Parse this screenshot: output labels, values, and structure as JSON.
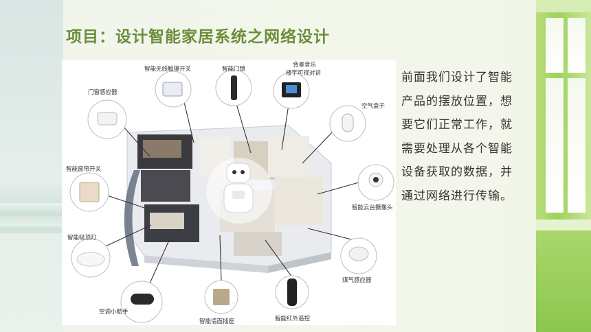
{
  "slide": {
    "title": "项目：设计智能家居系统之网络设计",
    "body": "前面我们设计了智能产品的摆放位置，想要它们正常工作，就需要处理从各个智能设备获取的数据，并通过网络进行传输。"
  },
  "diagram": {
    "labels": {
      "smart_touch_switch": "智能无线触摸开关",
      "smart_door_lock": "智能门锁",
      "bg_music": "背景音乐",
      "building_intercom": "楼宇可视对讲",
      "air_box": "空气盒子",
      "door_sensor": "门窗感应器",
      "curtain_switch": "智能窗帘开关",
      "ptz_camera": "智能云台摄像头",
      "ceiling_light": "智能吸顶灯",
      "gas_sensor": "煤气感应器",
      "ac_assistant": "空调小助手",
      "wall_socket": "智能墙面插座",
      "ir_remote": "智能红外遥控"
    }
  }
}
